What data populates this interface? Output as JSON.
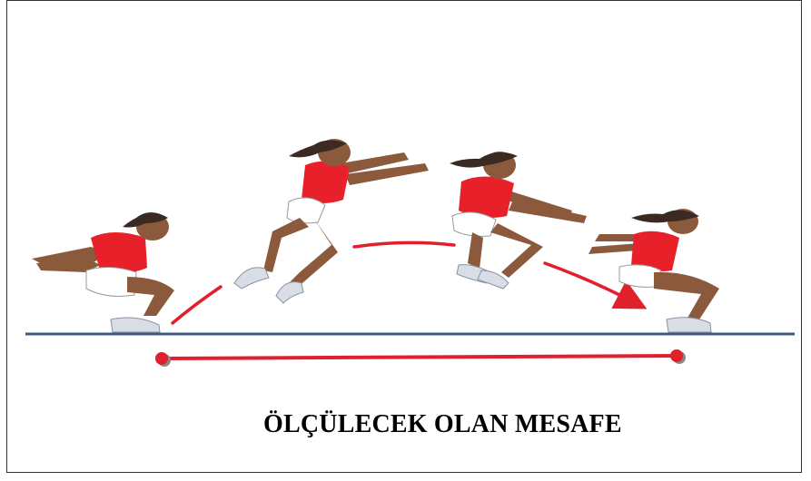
{
  "caption": "ÖLÇÜLECEK OLAN MESAFE",
  "colors": {
    "ground_line": "#3d5a80",
    "trajectory": "#e0202a",
    "measure_line": "#e0202a",
    "jersey": "#e8202a",
    "skin": "#8b5a3c",
    "hair": "#3a2a22",
    "shorts": "#ffffff",
    "shoes": "#d8dde6"
  },
  "icons": {
    "figures": [
      "athlete-crouch-start",
      "athlete-takeoff",
      "athlete-flight",
      "athlete-landing"
    ],
    "arrow": "trajectory-arrow-icon",
    "endpoints": [
      "measure-start-dot",
      "measure-end-dot"
    ]
  }
}
